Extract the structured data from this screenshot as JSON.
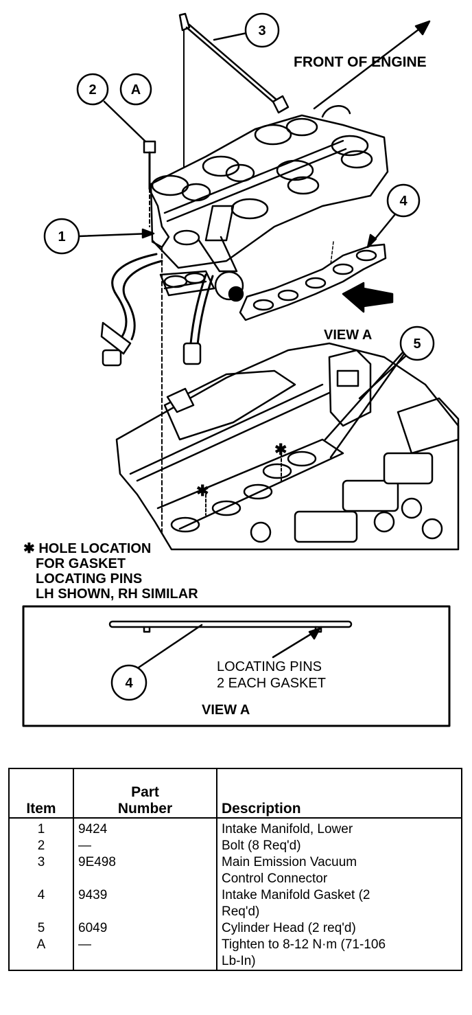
{
  "labels": {
    "front_of_engine": "FRONT OF ENGINE",
    "view_a": "VIEW A",
    "view_a_inset": "VIEW A",
    "locating_pins_line1": "LOCATING PINS",
    "locating_pins_line2": "2 EACH GASKET"
  },
  "callouts": {
    "c1": "1",
    "c2": "2",
    "c3": "3",
    "c4": "4",
    "c5": "5",
    "cA": "A",
    "c4_inset": "4"
  },
  "note": {
    "line1": "✱ HOLE LOCATION",
    "line2": "FOR GASKET",
    "line3": "LOCATING PINS",
    "line4": "LH SHOWN, RH SIMILAR"
  },
  "table": {
    "headers": {
      "item": "Item",
      "part_line1": "Part",
      "part_line2": "Number",
      "description": "Description"
    },
    "rows": [
      {
        "item": "1",
        "part": "9424",
        "desc_line1": "Intake Manifold, Lower",
        "desc_line2": ""
      },
      {
        "item": "2",
        "part": "—",
        "desc_line1": "Bolt (8 Req'd)",
        "desc_line2": ""
      },
      {
        "item": "3",
        "part": "9E498",
        "desc_line1": "Main Emission Vacuum",
        "desc_line2": "Control Connector"
      },
      {
        "item": "4",
        "part": "9439",
        "desc_line1": "Intake Manifold Gasket (2",
        "desc_line2": "Req'd)"
      },
      {
        "item": "5",
        "part": "6049",
        "desc_line1": "Cylinder Head (2 req'd)",
        "desc_line2": ""
      },
      {
        "item": "A",
        "part": "—",
        "desc_line1": "Tighten to 8-12 N·m (71-106",
        "desc_line2": "Lb-In)"
      }
    ]
  }
}
